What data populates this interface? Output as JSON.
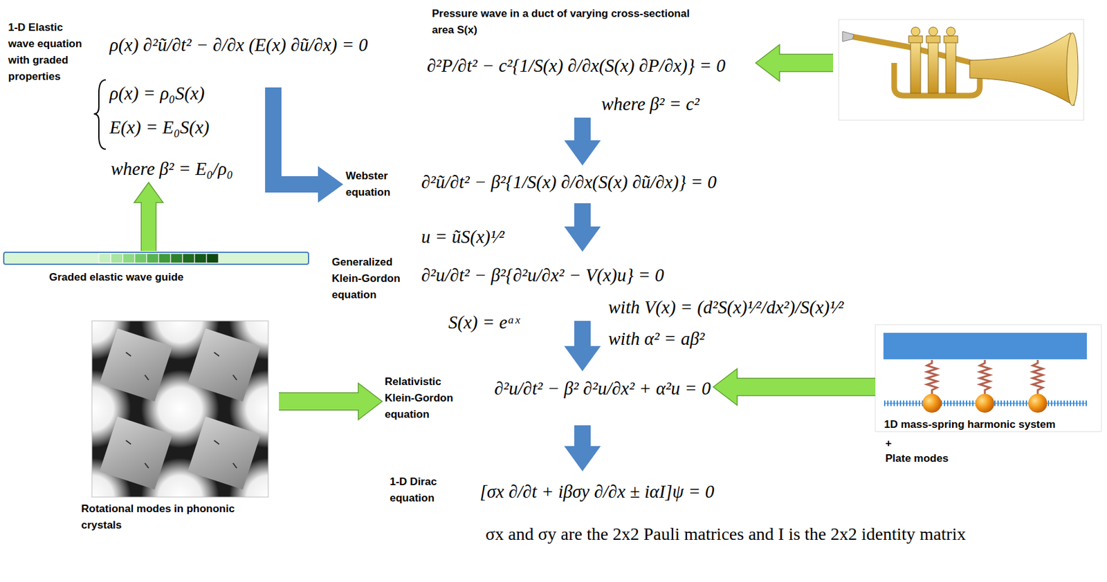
{
  "diagram": {
    "nodes": [
      {
        "text": [
          "1-D Elastic wave equation with graded properties",
          "ρ(x) ∂²ũ/∂t² − ∂/∂x (E(x) ∂ũ/∂x) = 0"
        ]
      },
      {
        "text": [
          "Pressure wave in a duct of varying cross-sectional area S(x)",
          "∂²P/∂t² − c²{1/S(x) ∂/∂x(S(x) ∂P/∂x)} = 0",
          "where β² = c²"
        ]
      },
      {
        "text": [
          "ρ(x) = ρ₀S(x)",
          "E(x) = E₀S(x)",
          "where β² = E₀/ρ₀"
        ]
      },
      {
        "text": [
          "Webster equation",
          "∂²ũ/∂t² − β²{1/S(x) ∂/∂x(S(x) ∂ũ/∂x)} = 0"
        ]
      },
      {
        "text": [
          "Graded elastic wave guide"
        ]
      },
      {
        "text": [
          "Generalized Klein-Gordon equation",
          "∂²u/∂t² − β²{∂²u/∂x² − V(x)u} = 0",
          "with V(x) = (d²S(x)¹⁄²/dx²)/S(x)¹⁄²"
        ]
      },
      {
        "text": [
          "Rotational modes in phononic crystals"
        ]
      },
      {
        "text": [
          "1D mass-spring harmonic system",
          "+",
          "Plate modes"
        ]
      },
      {
        "text": [
          "Relativistic Klein-Gordon equation",
          "∂²u/∂t² − β² ∂²u/∂x² + α²u = 0"
        ]
      },
      {
        "text": [
          "1-D Dirac equation",
          "[σx ∂/∂t + iβσy ∂/∂x ± iαI]ψ = 0"
        ]
      }
    ],
    "edges": [
      {
        "from": 0,
        "to": 3,
        "arrow": "to"
      },
      {
        "from": 1,
        "to": 3,
        "arrow": "to"
      },
      {
        "from": 4,
        "to": 2,
        "arrow": "to"
      },
      {
        "from": 3,
        "to": 5,
        "arrow": "to",
        "label": "u = ũS(x)¹⁄²"
      },
      {
        "from": 5,
        "to": 8,
        "arrow": "to",
        "label": "S(x) = eᵃˣ"
      },
      {
        "from": 6,
        "to": 8,
        "arrow": "to"
      },
      {
        "from": 7,
        "to": 8,
        "arrow": "to"
      },
      {
        "from": 8,
        "to": 9,
        "arrow": "to"
      }
    ],
    "labels": [
      "with α² = aβ²",
      "σx and σy are the 2x2 Pauli matrices and I is the 2x2 identity matrix"
    ]
  }
}
